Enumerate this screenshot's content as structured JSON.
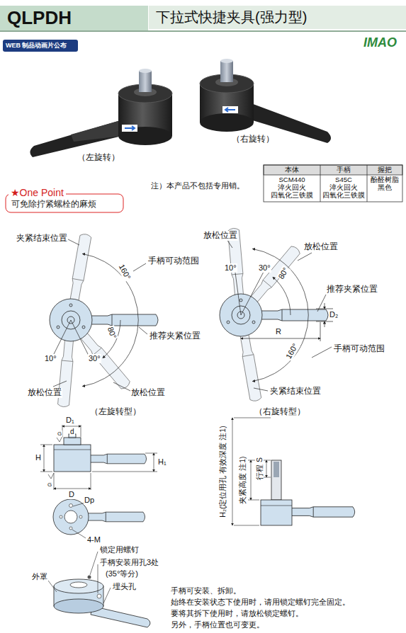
{
  "diagram": {
    "nodes": [
      {
        "text": [
          "QLPDH"
        ]
      },
      {
        "text": [
          "下拉式快捷夹具(强力型)"
        ]
      },
      {
        "text": [
          "WEB 制品动画片公布"
        ]
      },
      {
        "text": [
          "★One Point",
          "可免除拧紧螺栓的麻烦"
        ]
      }
    ],
    "labels": [
      "IMAO",
      "（左旋转）",
      "（右旋转）",
      "注）本产品不包括专用销。",
      "本体",
      "手柄",
      "握把",
      "SCM440 淬火回火 四氧化三铁膜",
      "S45C 淬火回火 四氧化三铁膜",
      "酚醛树脂 黑色",
      "夹紧结束位置",
      "手柄可动范围",
      "160°",
      "推荐夹紧位置",
      "10°",
      "30°",
      "80°",
      "放松位置",
      "放松位置",
      "（左旋转型）",
      "放松位置",
      "放松位置",
      "10°",
      "30°",
      "80°",
      "推荐夹紧位置",
      "D₂",
      "R",
      "160°",
      "手柄可动范围",
      "夹紧结束位置",
      "（右旋转型）",
      "D₁",
      "d",
      "G",
      "G",
      "H",
      "H₁",
      "D",
      "Dp",
      "4-M",
      "H₂(定位用孔 有效深度 注1)",
      "夹紧高度 注1)",
      "行程 S",
      "锁定用螺钉",
      "手柄安装用孔3处",
      "(35°等分)",
      "埋头孔",
      "外罩",
      "手柄可安装、拆卸。",
      "始终在安装状态下使用时，请用锁定螺钉完全固定。",
      "要将其拆下使用时，请放松锁定螺钉。",
      "另外，手柄位置也可变更。"
    ]
  }
}
